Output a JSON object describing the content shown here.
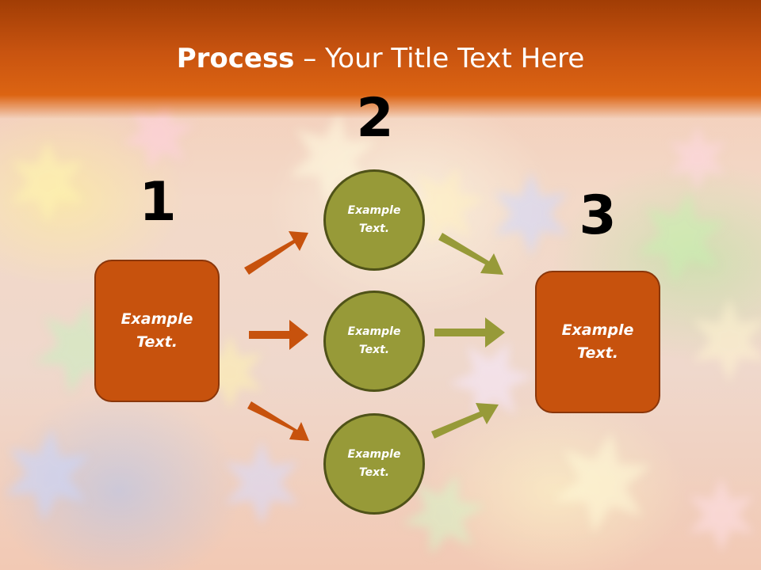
{
  "slide": {
    "title_strong": "Process",
    "title_rest": " – Your Title Text Here"
  },
  "steps": {
    "one": {
      "number": "1",
      "text_line1": "Example",
      "text_line2": "Text."
    },
    "two": {
      "number": "2",
      "circles": [
        {
          "text_line1": "Example",
          "text_line2": "Text."
        },
        {
          "text_line1": "Example",
          "text_line2": "Text."
        },
        {
          "text_line1": "Example",
          "text_line2": "Text."
        }
      ]
    },
    "three": {
      "number": "3",
      "text_line1": "Example",
      "text_line2": "Text."
    }
  },
  "colors": {
    "title_band": "#c95410",
    "box_fill": "#c7520d",
    "circle_fill": "#979a38",
    "orange_arrow": "#c7520d",
    "olive_arrow": "#979a38"
  },
  "icons": {
    "arrows_left": [
      "arrow-up-right-icon",
      "arrow-right-icon",
      "arrow-down-right-icon"
    ],
    "arrows_right": [
      "arrow-down-right-icon",
      "arrow-right-icon",
      "arrow-up-right-icon"
    ]
  }
}
